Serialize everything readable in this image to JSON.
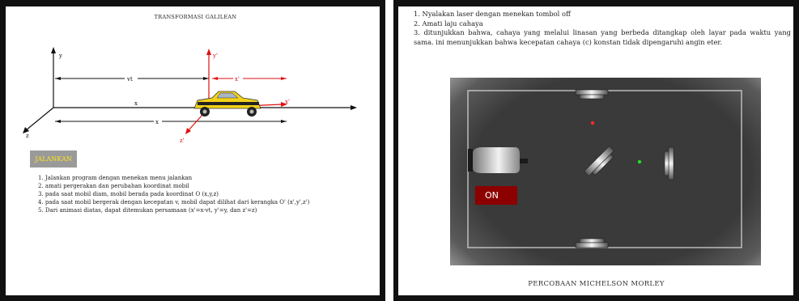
{
  "left_panel": {
    "title": "TRANSFORMASI GALILEAN",
    "diagram": {
      "axis_y": "y",
      "axis_z": "z",
      "axis_x": "x",
      "axis_y_prime": "y'",
      "axis_x_prime": "x'",
      "axis_z_prime": "z'",
      "label_vt": "vt",
      "label_x_prime_dim": "x'",
      "label_x_dim": "x"
    },
    "run_button_label": "JALANKAN",
    "steps": [
      "1. Jalankan program dengan menekan menu jalankan",
      "2. amati pergerakan dan perubahan koordinat mobil",
      "3. pada saat mobil diam, mobil berada pada koordinat O (x,y,z)",
      "4. pada saat mobil bergerak dengan kecepatan v, mobil dapat dilihat dari kerangka O' (x',y',z')",
      "5. Dari animasi diatas, dapat ditemukan persamaan (x'=x-vt, y'=y, dan z'=z)"
    ]
  },
  "right_panel": {
    "steps": [
      "1. Nyalakan laser dengan menekan tombol off",
      "2. Amati laju cahaya",
      "3. ditunjukkan bahwa, cahaya yang melalui linasan yang berbeda ditangkap oleh layar pada waktu yang sama. ini menunjukkan bahwa kecepatan cahaya (c) konstan tidak dipengaruhi angin eter."
    ],
    "on_button_label": "ON",
    "caption": "PERCOBAAN MICHELSON MORLEY"
  },
  "colors": {
    "axis_prime": "#e01010",
    "run_button_bg": "#9a9a9a",
    "run_button_text": "#ffe51a",
    "on_button_bg": "#8c0000",
    "red_dot": "#ff2a2a",
    "green_dot": "#22dd22"
  }
}
